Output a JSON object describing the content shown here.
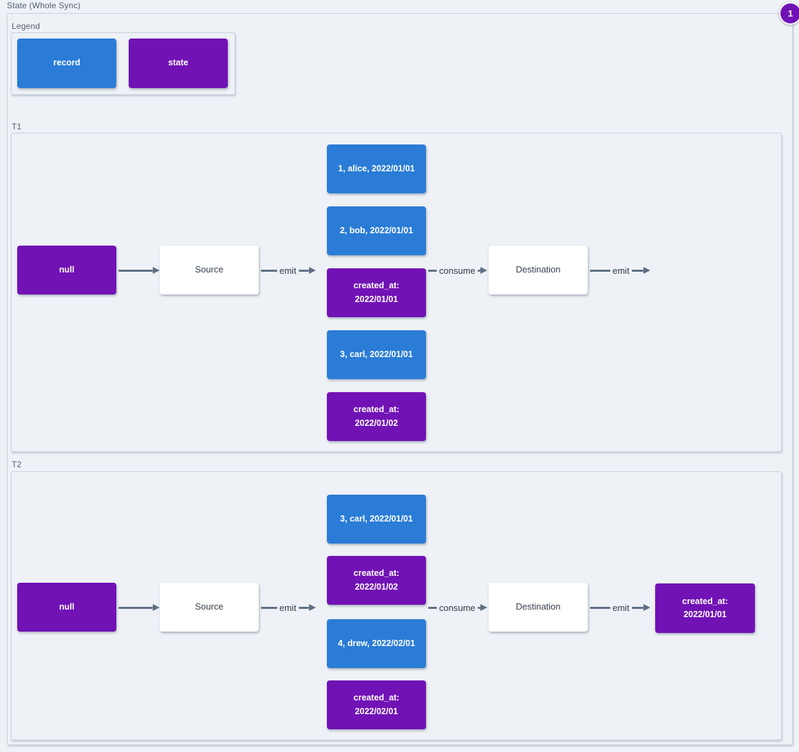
{
  "title": "State (Whole Sync)",
  "badge": {
    "label": "1"
  },
  "legend": {
    "label": "Legend",
    "items": [
      {
        "label": "record",
        "type": "record"
      },
      {
        "label": "state",
        "type": "state"
      }
    ]
  },
  "colors": {
    "record_blue": "#2a7cd6",
    "state_purple": "#7112b5",
    "node_white": "#ffffff",
    "arrow_gray": "#5d6f83",
    "background": "#eef1f6"
  },
  "sections": [
    {
      "label": "T1",
      "null_label": "null",
      "source_label": "Source",
      "emit_label": "emit",
      "consume_label": "consume",
      "destination_label": "Destination",
      "emit_out_label": "emit",
      "records": [
        {
          "label": "1, alice, 2022/01/01",
          "type": "record"
        },
        {
          "label": "2, bob, 2022/01/01",
          "type": "record"
        },
        {
          "label": "created_at:\n2022/01/01",
          "type": "state"
        },
        {
          "label": "3, carl, 2022/01/01",
          "type": "record"
        },
        {
          "label": "created_at:\n2022/01/02",
          "type": "state"
        }
      ]
    },
    {
      "label": "T2",
      "null_label": "null",
      "source_label": "Source",
      "emit_label": "emit",
      "consume_label": "consume",
      "destination_label": "Destination",
      "emit_out_label": "emit",
      "records": [
        {
          "label": "3, carl, 2022/01/01",
          "type": "record"
        },
        {
          "label": "created_at:\n2022/01/02",
          "type": "state"
        },
        {
          "label": "4, drew, 2022/02/01",
          "type": "record"
        },
        {
          "label": "created_at:\n2022/02/01",
          "type": "state"
        }
      ],
      "output": {
        "label": "created_at:\n2022/01/01",
        "type": "state"
      }
    }
  ]
}
